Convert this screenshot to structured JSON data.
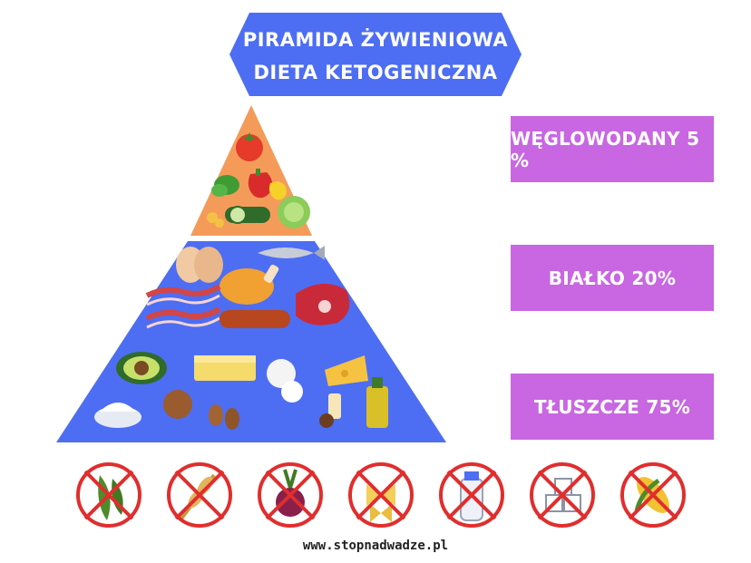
{
  "title": {
    "line1": "PIRAMIDA ŻYWIENIOWA",
    "line2": "DIETA KETOGENICZNA"
  },
  "macros": [
    {
      "label": "WĘGLOWODANY 5 %"
    },
    {
      "label": "BIAŁKO 20%"
    },
    {
      "label": "TŁUSZCZE 75%"
    }
  ],
  "pyramid": {
    "levels": [
      {
        "name": "vegetables",
        "color": "#f59b5a"
      },
      {
        "name": "protein-and-fats",
        "color": "#4d6ef2"
      }
    ],
    "vegetable_icons": [
      "tomato-icon",
      "spinach-icon",
      "bell-pepper-icon",
      "cucumber-icon",
      "lettuce-icon",
      "yellow-pepper-icon"
    ],
    "protein_fat_icons": [
      "eggs-icon",
      "fish-icon",
      "chicken-icon",
      "bacon-icon",
      "sausage-icon",
      "steak-icon",
      "avocado-icon",
      "butter-icon",
      "mozzarella-icon",
      "cheese-icon",
      "cream-icon",
      "walnut-icon",
      "almonds-icon",
      "coconut-oil-icon",
      "olive-oil-icon"
    ]
  },
  "forbidden_foods": [
    "legumes-icon",
    "wheat-icon",
    "beetroot-icon",
    "pasta-icon",
    "milk-bottle-icon",
    "sugar-cubes-icon",
    "corn-icon"
  ],
  "colors": {
    "banner": "#4d6ef2",
    "macro_box": "#c867e1",
    "forbidden_ring": "#e02e2e"
  },
  "website": "www.stopnadwadze.pl"
}
